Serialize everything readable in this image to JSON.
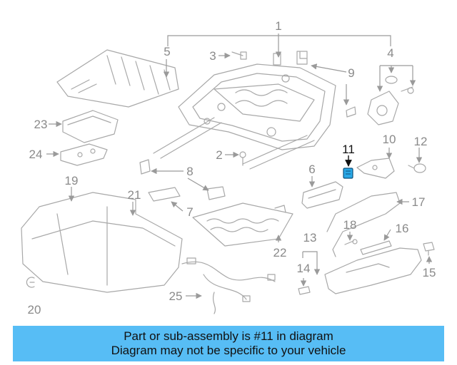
{
  "diagram": {
    "highlighted_part": "11",
    "highlight_color": "#2aa8e6",
    "labels": [
      "1",
      "2",
      "3",
      "4",
      "5",
      "6",
      "7",
      "8",
      "9",
      "10",
      "11",
      "12",
      "13",
      "14",
      "15",
      "16",
      "17",
      "18",
      "19",
      "20",
      "21",
      "22",
      "23",
      "24",
      "25"
    ]
  },
  "banner": {
    "line1": "Part or sub-assembly is #11 in diagram",
    "line2": "Diagram may not be specific to your vehicle",
    "color": "#57bdf5"
  }
}
